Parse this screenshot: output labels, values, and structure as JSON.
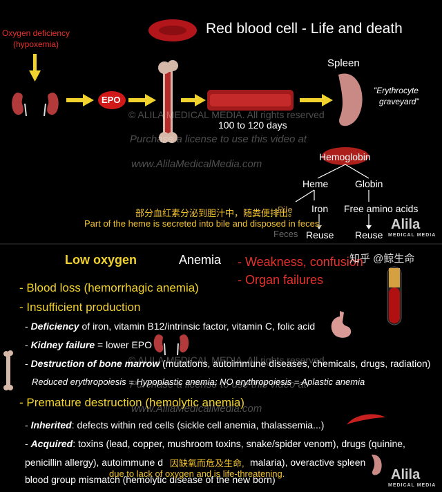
{
  "top": {
    "title": "Red blood cell - Life and death",
    "oxygen_deficiency": "Oxygen deficiency",
    "hypoxemia": "(hypoxemia)",
    "epo": "EPO",
    "days": "100 to 120 days",
    "spleen": "Spleen",
    "graveyard_line1": "\"Erythrocyte",
    "graveyard_line2": "graveyard\"",
    "hemoglobin": "Hemoglobin",
    "heme": "Heme",
    "globin": "Globin",
    "bile": "Bile",
    "feces": "Feces",
    "iron": "Iron",
    "free_amino_acids": "Free amino acids",
    "reuse_1": "Reuse",
    "reuse_2": "Reuse",
    "watermark_1": "© ALILA MEDICAL MEDIA. All rights reserved",
    "watermark_2": "Purchase a license to use this video at",
    "watermark_3": "www.AlilaMedicalMedia.com",
    "subtitle_cn": "部分血红素分泌到胆汁中，随粪便排出。",
    "subtitle_en": "Part of the heme is secreted into bile and disposed in feces.",
    "logo": "Alila",
    "logo_sub": "MEDICAL MEDIA"
  },
  "bottom": {
    "low_oxygen": "Low oxygen",
    "anemia": "Anemia",
    "weakness": "- Weakness, confusion",
    "organ_failures": "- Organ failures",
    "zhihu": "知乎 @鲸生命",
    "blood_loss": "- Blood loss (hemorrhagic anemia)",
    "insufficient": "- Insufficient production",
    "deficiency_b": "Deficiency",
    "deficiency_rest": " of iron, vitamin B12/intrinsic factor, vitamin C, folic acid",
    "kidney_b": "Kidney failure",
    "kidney_rest": " = lower EPO",
    "marrow_b": "Destruction of bone marrow",
    "marrow_rest": " (mutations, autoimmune diseases, chemicals, drugs, radiation)",
    "reduced": "Reduced erythropoiesis = Hypoplastic anemia; NO erythropoiesis = Aplastic anemia",
    "premature": "- Premature destruction (hemolytic anemia)",
    "inherited_b": "Inherited",
    "inherited_rest": ": defects within red cells (sickle cell anemia, thalassemia...)",
    "acquired_b": "Acquired",
    "acquired_rest": ": toxins (lead, copper, mushroom toxins, snake/spider venom), drugs (quinine,",
    "penicillin": "penicillin allergy), autoimmune d",
    "penicillin_end": "malaria), overactive spleen",
    "blood_group": "blood group mismatch (hemolytic disease of the new born)",
    "dash": "-",
    "watermark_1": "© ALILA MEDICAL MEDIA. All rights reserved",
    "watermark_2": "Purchase a license to use this video at",
    "watermark_3": "www.AlilaMedicalMedia.com",
    "subtitle_cn": "因缺氧而危及生命,",
    "subtitle_en": "due to lack of oxygen and is life-threatening.",
    "logo": "Alila",
    "logo_sub": "MEDICAL MEDIA"
  },
  "colors": {
    "yellow": "#f2d22e",
    "red": "#e5322c",
    "rbc": "#c8201e"
  }
}
